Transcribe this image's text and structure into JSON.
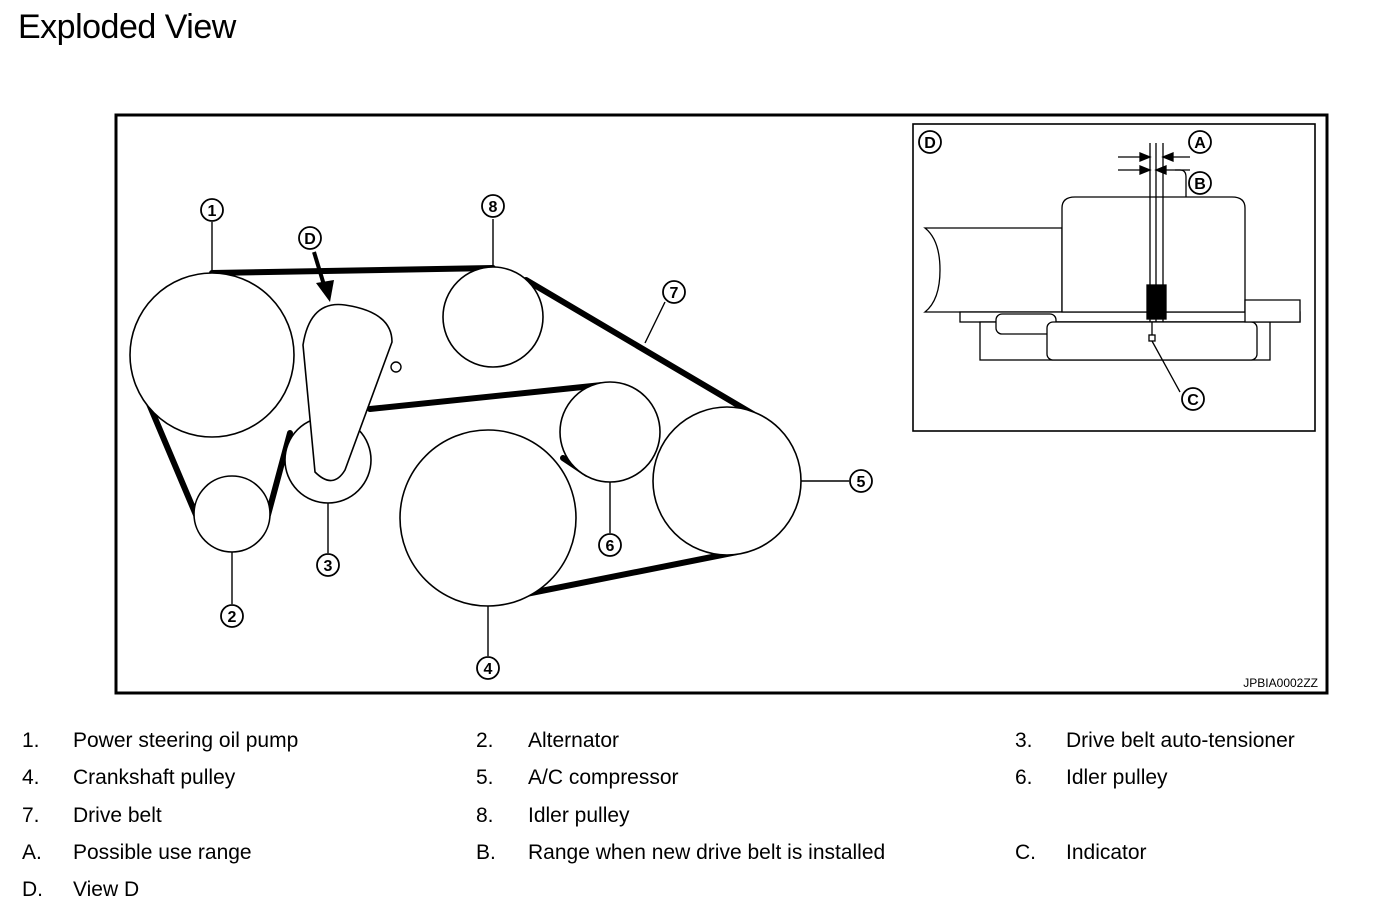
{
  "title": "Exploded View",
  "figure_code": "JPBIA0002ZZ",
  "callouts": {
    "c1": "1",
    "c2": "2",
    "c3": "3",
    "c4": "4",
    "c5": "5",
    "c6": "6",
    "c7": "7",
    "c8": "8",
    "view": "D"
  },
  "inset": {
    "view_label": "D",
    "a": "A",
    "b": "B",
    "c": "C"
  },
  "legend": [
    {
      "key": "1.",
      "text": "Power steering oil pump"
    },
    {
      "key": "2.",
      "text": "Alternator"
    },
    {
      "key": "3.",
      "text": "Drive belt auto-tensioner"
    },
    {
      "key": "4.",
      "text": "Crankshaft pulley"
    },
    {
      "key": "5.",
      "text": "A/C compressor"
    },
    {
      "key": "6.",
      "text": "Idler pulley"
    },
    {
      "key": "7.",
      "text": "Drive belt"
    },
    {
      "key": "8.",
      "text": "Idler pulley"
    },
    {
      "key": "A.",
      "text": "Possible use range"
    },
    {
      "key": "B.",
      "text": "Range when new drive belt is installed"
    },
    {
      "key": "C.",
      "text": "Indicator"
    },
    {
      "key": "D.",
      "text": "View D"
    }
  ]
}
